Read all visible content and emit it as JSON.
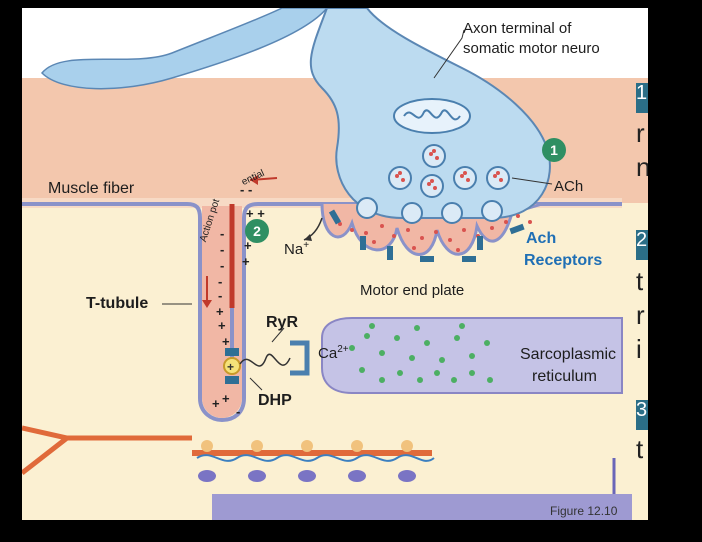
{
  "labels": {
    "axon_terminal_line1": "Axon terminal of",
    "axon_terminal_line2": "somatic motor neuro",
    "muscle_fiber": "Muscle fiber",
    "ach": "ACh",
    "ach_receptors_line1": "Ach",
    "ach_receptors_line2": "Receptors",
    "na": "Na",
    "na_sup": "+",
    "motor_end_plate": "Motor end plate",
    "t_tubule": "T-tubule",
    "ryr": "RyR",
    "ca": "Ca",
    "ca_sup": "2+",
    "sarcoplasmic_line1": "Sarcoplasmic",
    "sarcoplasmic_line2": "reticulum",
    "dhp": "DHP",
    "action_potential": "Action pot",
    "ential": "ential",
    "figure_caption": "Figure 12.10"
  },
  "steps": {
    "step1": "1",
    "step2": "2"
  },
  "sidebar": {
    "n1": "1",
    "r": "r",
    "n": "n",
    "n2": "2",
    "t": "t",
    "r2": "r",
    "i": "i",
    "n3": "3",
    "t2": "t"
  },
  "colors": {
    "muscle": "#f3c7ad",
    "cytoplasm": "#fbf0d2",
    "neuron": "#bcdbf0",
    "sr": "#c5c3e6",
    "action_potential": "#c0392b",
    "step_badge": "#2f8f63"
  }
}
